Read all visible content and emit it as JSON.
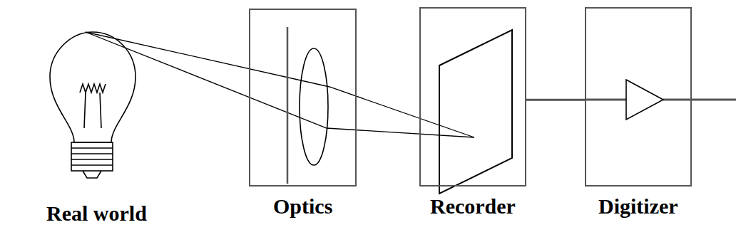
{
  "diagram": {
    "nodes": [
      {
        "text": [
          "Optics"
        ]
      },
      {
        "text": [
          "Recorder"
        ]
      },
      {
        "text": [
          "Digitizer"
        ]
      }
    ],
    "edges": [
      {
        "from": 1,
        "to": 2,
        "arrow": "none"
      }
    ],
    "labels": [
      "Real world"
    ]
  }
}
